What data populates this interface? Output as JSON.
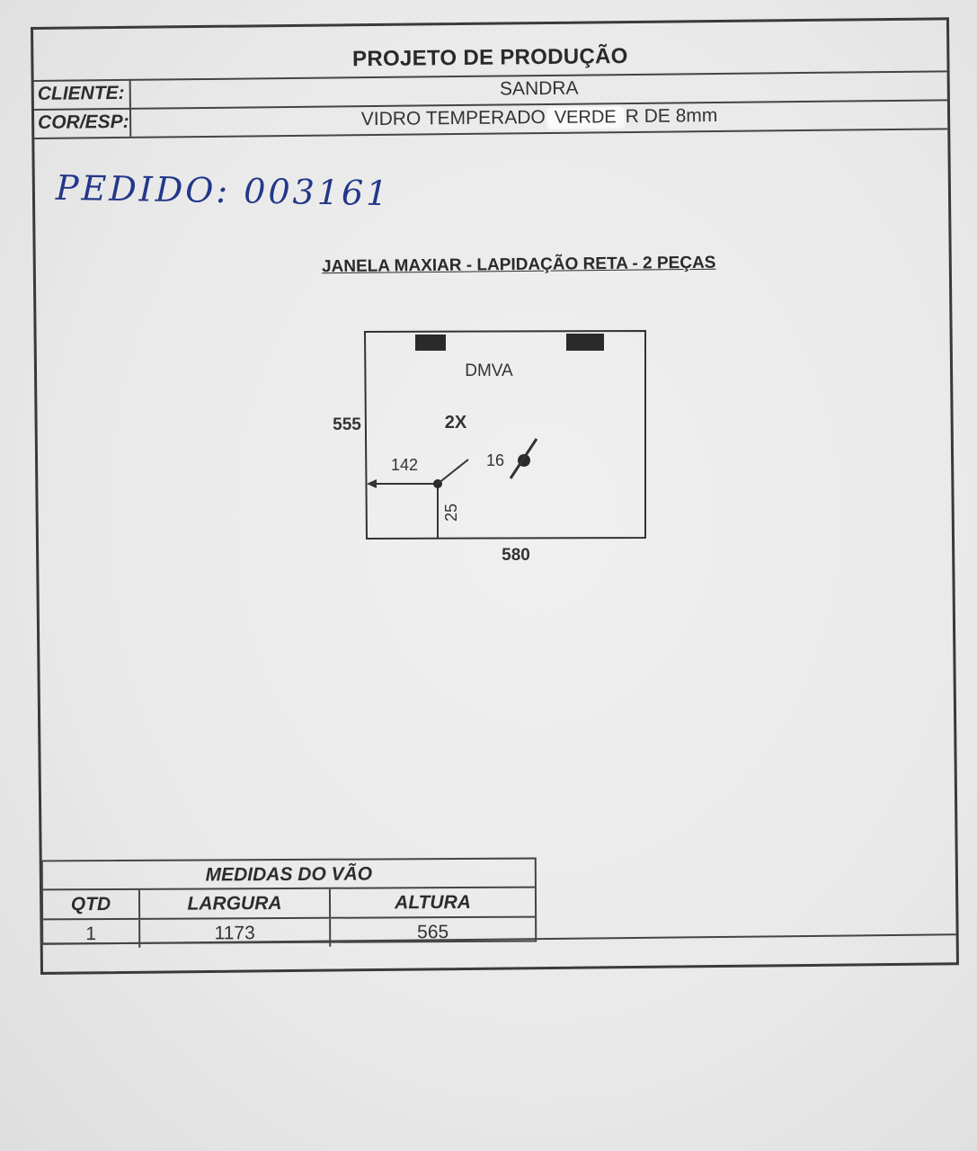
{
  "header": {
    "title": "PROJETO DE PRODUÇÃO",
    "client_label": "CLIENTE:",
    "client_value": "SANDRA",
    "color_label": "COR/ESP:",
    "color_prefix": "VIDRO TEMPERADO",
    "color_highlight": "VERDE",
    "color_suffix": "R DE 8mm"
  },
  "handwritten_order": "PEDIDO: 003161",
  "subtitle": "JANELA MAXIAR - LAPIDAÇÃO RETA - 2 PEÇAS",
  "drawing": {
    "label_top": "DMVA",
    "quantity": "2X",
    "height": "555",
    "width": "580",
    "hole_offset_x": "142",
    "hole_offset_y": "25",
    "hole_diameter": "16"
  },
  "measures": {
    "title": "MEDIDAS DO VÃO",
    "columns": [
      "QTD",
      "LARGURA",
      "ALTURA"
    ],
    "rows": [
      [
        "1",
        "1173",
        "565"
      ]
    ]
  },
  "colors": {
    "ink_blue": "#23378a",
    "line": "#3a3a3a"
  }
}
